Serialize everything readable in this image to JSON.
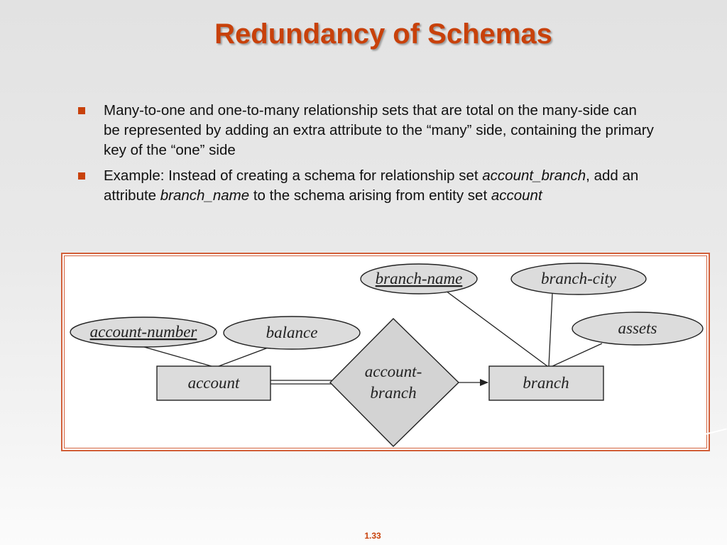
{
  "slide": {
    "title": "Redundancy of Schemas",
    "page_number": "1.33"
  },
  "bullets": [
    {
      "text": "Many-to-one and one-to-many relationship sets that are total on the many-side can be represented by adding an extra attribute to the “many” side, containing the primary key of the “one” side"
    },
    {
      "part1": "Example: Instead of creating a schema for relationship set ",
      "italic1": "account_branch",
      "part2": ", add an attribute ",
      "italic2": "branch_name",
      "part3": " to the schema arising from entity set ",
      "italic3": "account"
    }
  ],
  "diagram": {
    "entities": {
      "account": "account",
      "branch": "branch"
    },
    "relationship": {
      "line1": "account-",
      "line2": "branch"
    },
    "attributes": {
      "account_number": "account-number",
      "balance": "balance",
      "branch_name": "branch-name",
      "branch_city": "branch-city",
      "assets": "assets"
    },
    "colors": {
      "shape_fill": "#dcdcdc",
      "relationship_fill": "#d3d3d3",
      "frame_border": "#d2603a"
    }
  },
  "colors": {
    "accent": "#c8410a"
  }
}
